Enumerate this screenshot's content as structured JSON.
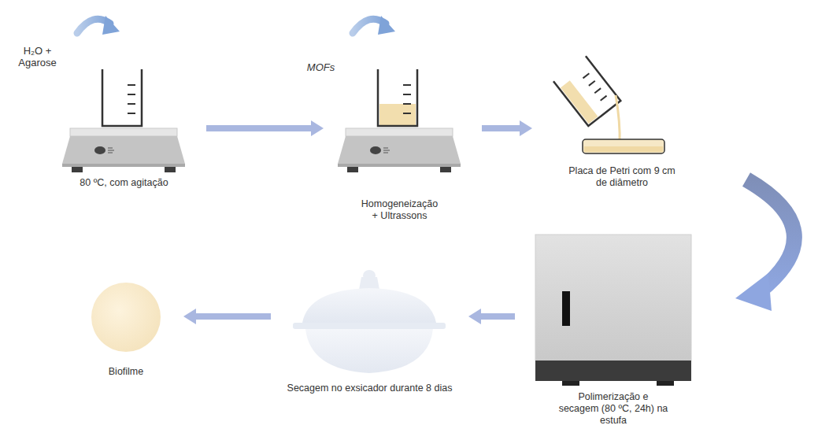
{
  "diagram": {
    "nodes": [
      {
        "text": [
          "80 ºC, com agitação"
        ]
      },
      {
        "text": [
          "Homogeneização + Ultrassons"
        ]
      },
      {
        "text": [
          "Placa de Petri com 9 cm de diâmetro"
        ]
      },
      {
        "text": [
          "Polimerização e secagem (80 ºC, 24h) na estufa"
        ]
      },
      {
        "text": [
          "Secagem no exsicador durante 8 dias"
        ]
      },
      {
        "text": [
          "Biofilme"
        ]
      }
    ],
    "edges": [
      {
        "from": 0,
        "to": 1,
        "arrow": "to"
      },
      {
        "from": 1,
        "to": 2,
        "arrow": "to"
      },
      {
        "from": 2,
        "to": 3,
        "arrow": "to"
      },
      {
        "from": 3,
        "to": 4,
        "arrow": "to"
      },
      {
        "from": 4,
        "to": 5,
        "arrow": "to"
      }
    ],
    "labels": [
      "H₂O + Agarose",
      "MOFs"
    ]
  }
}
